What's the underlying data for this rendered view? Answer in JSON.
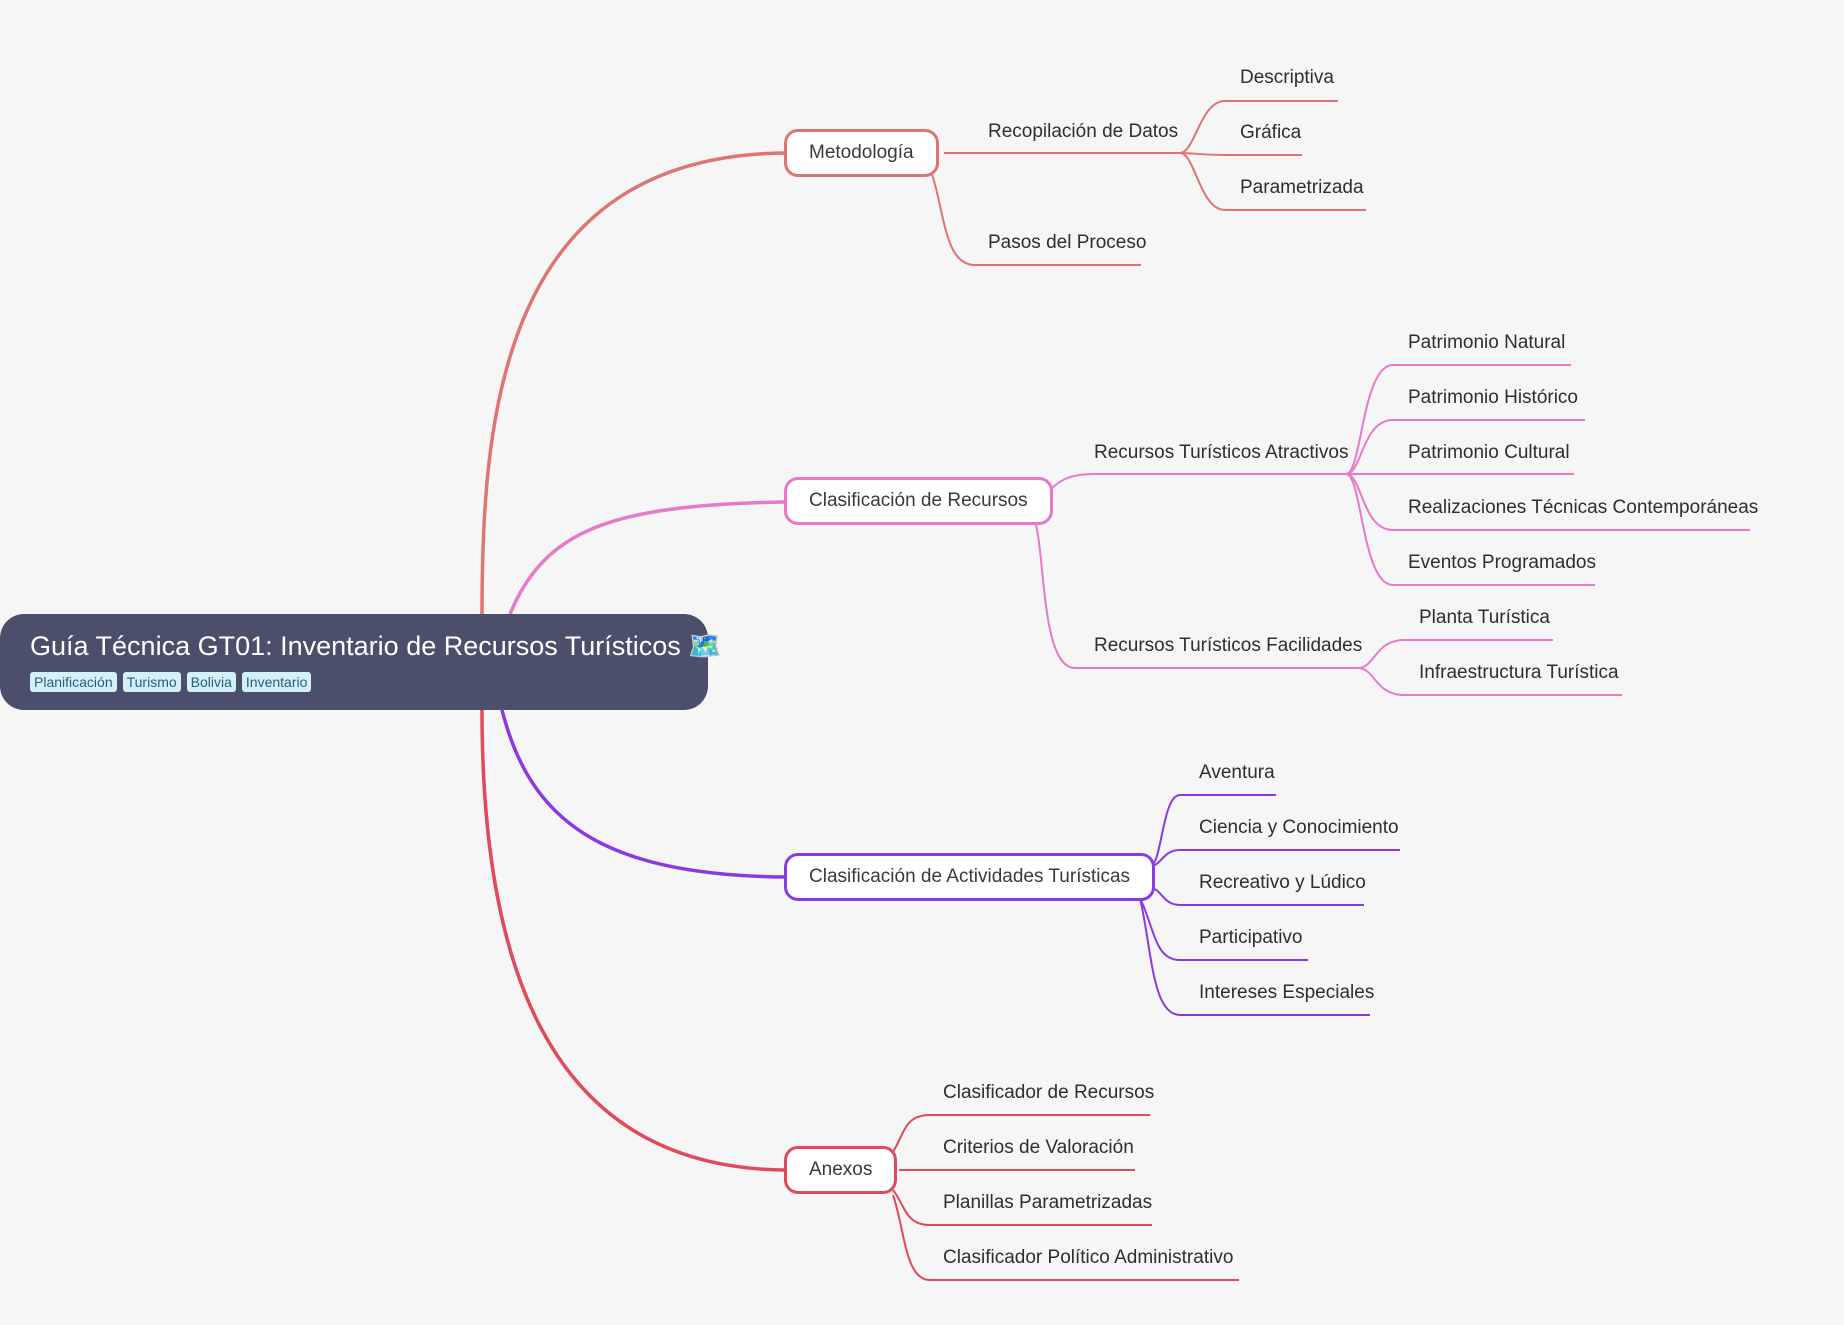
{
  "root": {
    "title": "Guía Técnica GT01: Inventario de Recursos Turísticos 🗺️",
    "tags": [
      "Planificación",
      "Turismo",
      "Bolivia",
      "Inventario"
    ]
  },
  "branches": {
    "metodologia": {
      "label": "Metodología",
      "color": "#dc7574",
      "recopilacion": "Recopilación de Datos",
      "descriptiva": "Descriptiva",
      "grafica": "Gráfica",
      "parametrizada": "Parametrizada",
      "pasos": "Pasos del Proceso"
    },
    "clasificacion_recursos": {
      "label": "Clasificación de Recursos",
      "color": "#e779cb",
      "atractivos": "Recursos Turísticos Atractivos",
      "patrimonio_natural": "Patrimonio Natural",
      "patrimonio_historico": "Patrimonio Histórico",
      "patrimonio_cultural": "Patrimonio Cultural",
      "realizaciones": "Realizaciones Técnicas Contemporáneas",
      "eventos": "Eventos Programados",
      "facilidades": "Recursos Turísticos Facilidades",
      "planta": "Planta Turística",
      "infraestructura": "Infraestructura Turística"
    },
    "clasificacion_actividades": {
      "label": "Clasificación de Actividades Turísticas",
      "color": "#8a3ae0",
      "aventura": "Aventura",
      "ciencia": "Ciencia y Conocimiento",
      "recreativo": "Recreativo y Lúdico",
      "participativo": "Participativo",
      "intereses": "Intereses Especiales"
    },
    "anexos": {
      "label": "Anexos",
      "color": "#e04a5c",
      "clasificador_recursos": "Clasificador de Recursos",
      "criterios": "Criterios de Valoración",
      "planillas": "Planillas Parametrizadas",
      "clasificador_politico": "Clasificador Político Administrativo"
    }
  }
}
